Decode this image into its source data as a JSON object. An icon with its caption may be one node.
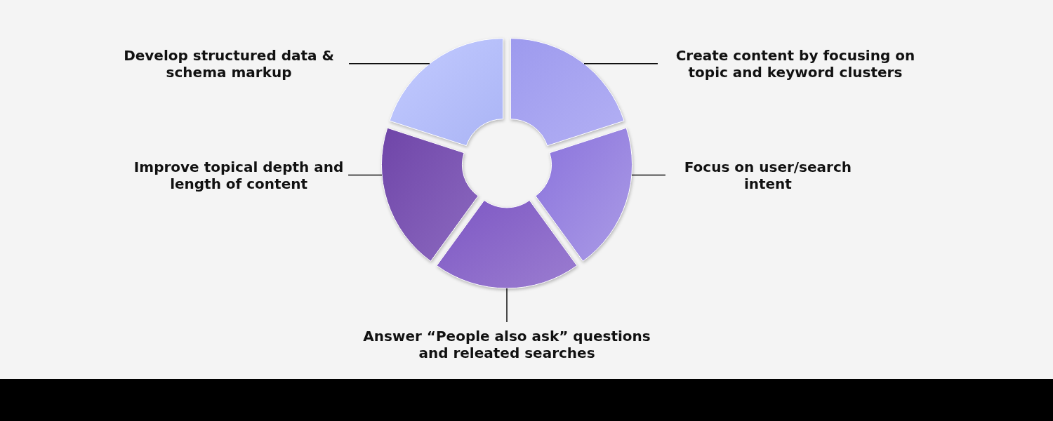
{
  "diagram": {
    "nodes": [
      {
        "text": [],
        "shape": "segment"
      },
      {
        "text": [],
        "shape": "segment"
      },
      {
        "text": [],
        "shape": "segment"
      },
      {
        "text": [],
        "shape": "segment"
      },
      {
        "text": [],
        "shape": "segment"
      },
      {
        "text": [
          "Develop structured data & schema markup"
        ]
      },
      {
        "text": [
          "Create content by focusing on topic and keyword clusters"
        ]
      },
      {
        "text": [
          "Improve topical depth and length of content"
        ]
      },
      {
        "text": [
          "Focus on user/search intent"
        ]
      },
      {
        "text": [
          "Answer “People also ask” questions and releated searches"
        ]
      }
    ],
    "edges": [
      {
        "from": 5,
        "to": 0,
        "arrow": "none"
      },
      {
        "from": 6,
        "to": 1,
        "arrow": "none"
      },
      {
        "from": 7,
        "to": 2,
        "arrow": "none"
      },
      {
        "from": 8,
        "to": 3,
        "arrow": "none"
      },
      {
        "from": 9,
        "to": 4,
        "arrow": "none"
      }
    ]
  }
}
